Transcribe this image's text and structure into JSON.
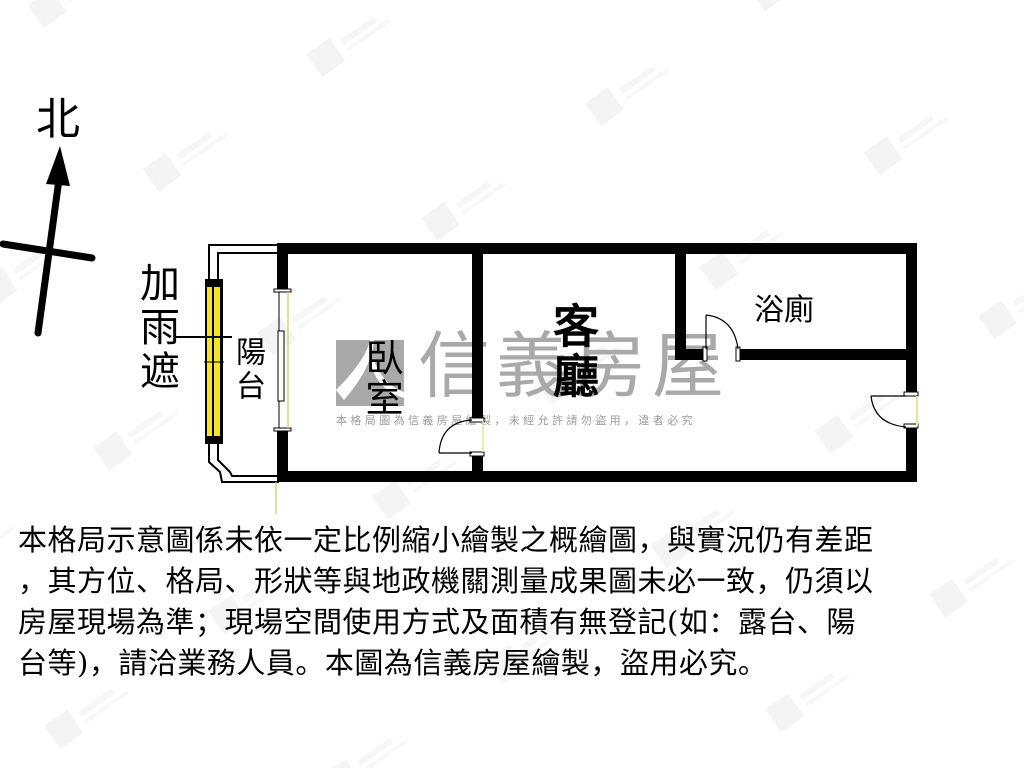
{
  "compass": {
    "north_label": "北",
    "icon": "north-arrow-icon"
  },
  "rooms": {
    "canopy": "加雨遮",
    "balcony": "陽台",
    "bedroom": "臥室",
    "living_room": "客廳",
    "bathroom": "浴廁"
  },
  "watermark": {
    "brand": "信義房屋",
    "subtitle": "本格局圖為信義房屋繪製，未經允許請勿盜用，違者必究",
    "logo_icon": "sinyi-logo-icon"
  },
  "disclaimer": {
    "lines": [
      "本格局示意圖係未依一定比例縮小繪製之概繪圖，與實況仍有差距",
      "，其方位、格局、形狀等與地政機關測量成果圖未必一致，仍須以",
      "房屋現場為準；現場空間使用方式及面積有無登記(如：露台、陽",
      "台等)，請洽業務人員。本圖為信義房屋繪製，盜用必究。"
    ]
  },
  "colors": {
    "wall": "#000000",
    "canopy_fill": "#f5e625",
    "watermark_gray": "#a9a9a9",
    "window_edge": "#e8e49a",
    "background": "#ffffff"
  }
}
